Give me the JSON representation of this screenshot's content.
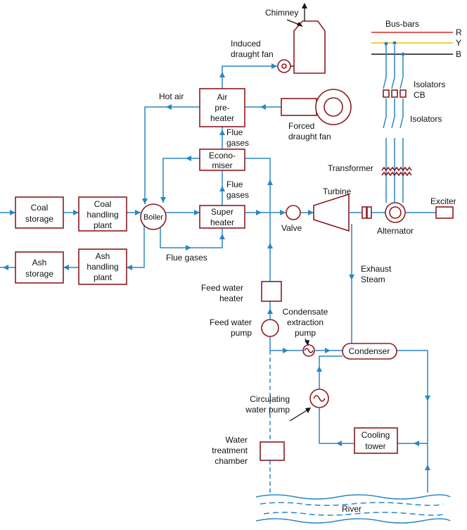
{
  "labels": {
    "coal_storage": [
      "Coal",
      "storage"
    ],
    "coal_handling": [
      "Coal",
      "handling",
      "plant"
    ],
    "ash_storage": [
      "Ash",
      "storage"
    ],
    "ash_handling": [
      "Ash",
      "handling",
      "plant"
    ],
    "boiler": "Boiler",
    "super_heater": [
      "Super",
      "heater"
    ],
    "economiser": [
      "Econo-",
      "miser"
    ],
    "air_preheater": [
      "Air",
      "pre-",
      "heater"
    ],
    "hot_air": "Hot air",
    "flue_gases": "Flue gases",
    "flue_gases_upper": [
      "Flue",
      "gases"
    ],
    "flue_gases_middle": [
      "Flue",
      "gases"
    ],
    "chimney": "Chimney",
    "induced_fan": [
      "Induced",
      "draught fan"
    ],
    "forced_fan": [
      "Forced",
      "draught fan"
    ],
    "valve": "Valve",
    "turbine": "Turbine",
    "alternator": "Alternator",
    "exciter": "Exciter",
    "transformer": "Transformer",
    "bus_bars": "Bus-bars",
    "isolators_cb": [
      "Isolators",
      "CB"
    ],
    "isolators": "Isolators",
    "phase_r": "R",
    "phase_y": "Y",
    "phase_b": "B",
    "exhaust_steam": [
      "Exhaust",
      "Steam"
    ],
    "feed_water_heater": [
      "Feed water",
      "heater"
    ],
    "feed_water_pump": [
      "Feed water",
      "pump"
    ],
    "condensate_pump": [
      "Condensate",
      "extraction",
      "pump"
    ],
    "condenser": "Condenser",
    "circulating_pump": [
      "Circulating",
      "water pump"
    ],
    "cooling_tower": [
      "Cooling",
      "tower"
    ],
    "water_treatment": [
      "Water",
      "treatment",
      "chamber"
    ],
    "river": "River"
  },
  "colors": {
    "flow_line": "#2a86c4",
    "equipment_outline": "#8b1a1f",
    "phase_r": "#d42a2a",
    "phase_y": "#e2c500",
    "phase_b": "#111111"
  }
}
